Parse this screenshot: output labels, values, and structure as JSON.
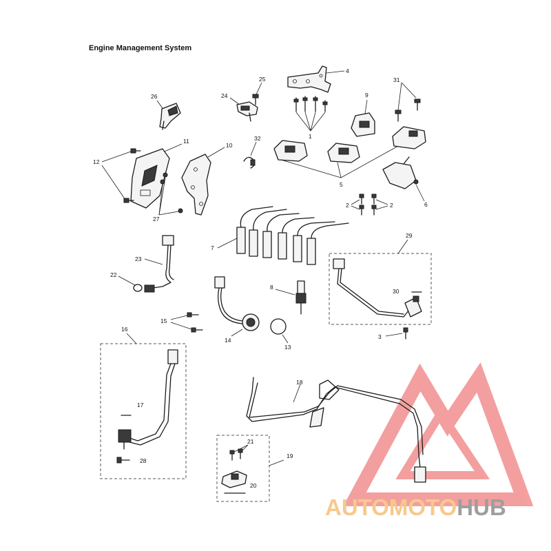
{
  "title": "Engine Management System",
  "callouts": {
    "c1": "1",
    "c2a": "2",
    "c2b": "2",
    "c3": "3",
    "c4": "4",
    "c5": "5",
    "c6": "6",
    "c7": "7",
    "c8": "8",
    "c9": "9",
    "c10": "10",
    "c11": "11",
    "c12": "12",
    "c13": "13",
    "c14": "14",
    "c15": "15",
    "c16": "16",
    "c17": "17",
    "c18": "18",
    "c19": "19",
    "c20": "20",
    "c21": "21",
    "c22": "22",
    "c23": "23",
    "c24": "24",
    "c25": "25",
    "c26": "26",
    "c27": "27",
    "c28": "28",
    "c29": "29",
    "c30": "30",
    "c31": "31",
    "c32": "32"
  },
  "watermark": {
    "brand_a": "AUTOMOTO",
    "brand_b": "HUB",
    "color_a": "#f7c98c",
    "color_b": "#9e9e9e",
    "logo_color": "#f08080"
  }
}
